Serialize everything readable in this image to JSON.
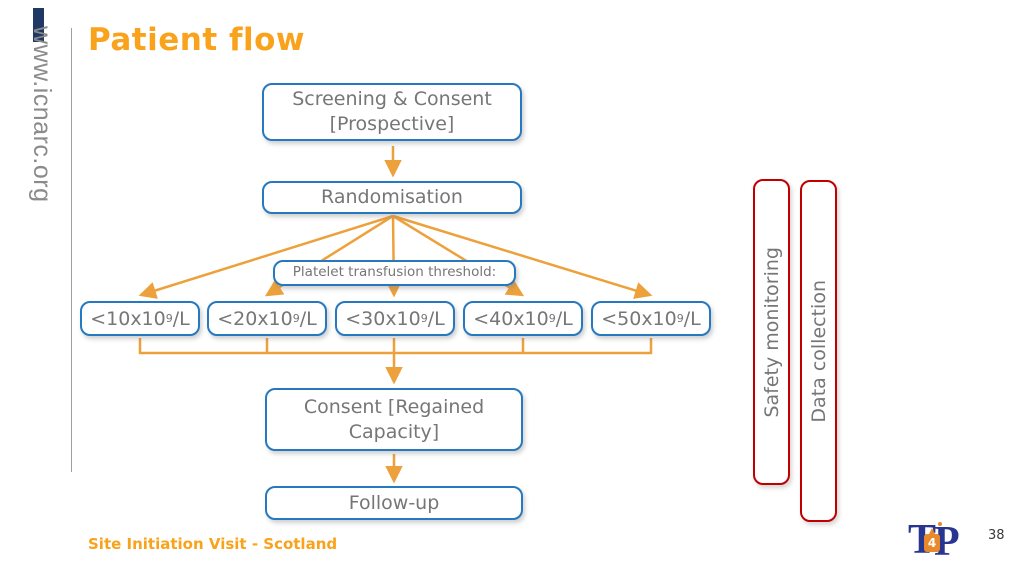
{
  "slide": {
    "title": "Patient flow",
    "footer": "Site Initiation Visit - Scotland",
    "page_number": "38",
    "website": "www.icnarc.org"
  },
  "flowchart": {
    "screening": {
      "line1": "Screening & Consent",
      "line2": "[Prospective]"
    },
    "randomisation": "Randomisation",
    "threshold_label": "Platelet transfusion threshold:",
    "thresholds": [
      {
        "prefix": "<10x10",
        "sup": "9",
        "suffix": "/L"
      },
      {
        "prefix": "<20x10",
        "sup": "9",
        "suffix": "/L"
      },
      {
        "prefix": "<30x10",
        "sup": "9",
        "suffix": "/L"
      },
      {
        "prefix": "<40x10",
        "sup": "9",
        "suffix": "/L"
      },
      {
        "prefix": "<50x10",
        "sup": "9",
        "suffix": "/L"
      }
    ],
    "consent": {
      "line1": "Consent [Regained",
      "line2": "Capacity]"
    },
    "followup": "Follow-up"
  },
  "side_panels": {
    "safety": "Safety monitoring",
    "data": "Data collection"
  },
  "logo": {
    "t": "T",
    "four": "4",
    "p": "P"
  },
  "colors": {
    "accent_orange": "#F9A21B",
    "arrow_orange": "#EDA13C",
    "box_border_blue": "#2679BE",
    "panel_border_red": "#C00000",
    "text_gray": "#767676",
    "navy": "#1F3864",
    "logo_blue": "#28368F"
  }
}
